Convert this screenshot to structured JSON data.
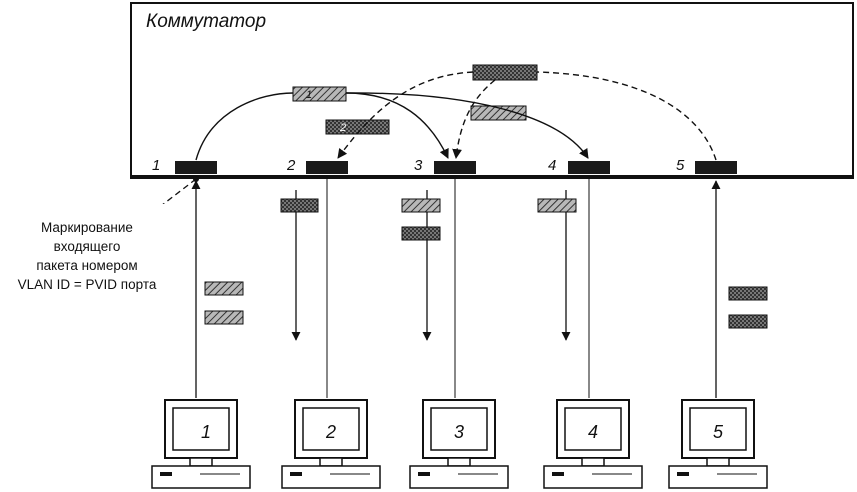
{
  "switch": {
    "title": "Коммутатор"
  },
  "ports": [
    {
      "label": "1"
    },
    {
      "label": "2"
    },
    {
      "label": "3"
    },
    {
      "label": "4"
    },
    {
      "label": "5"
    }
  ],
  "computers": [
    {
      "label": "1"
    },
    {
      "label": "2"
    },
    {
      "label": "3"
    },
    {
      "label": "4"
    },
    {
      "label": "5"
    }
  ],
  "callout": {
    "lines": [
      "Маркирование",
      "входящего",
      "пакета номером",
      "VLAN ID = PVID порта"
    ]
  },
  "frames": {
    "inside_labeled": [
      {
        "label": "1"
      },
      {
        "label": "2"
      }
    ]
  },
  "colors": {
    "ink": "#111111",
    "frame_fill": "#9a9a9a",
    "port_fill": "#1a1a1a",
    "panel": "#ffffff"
  }
}
